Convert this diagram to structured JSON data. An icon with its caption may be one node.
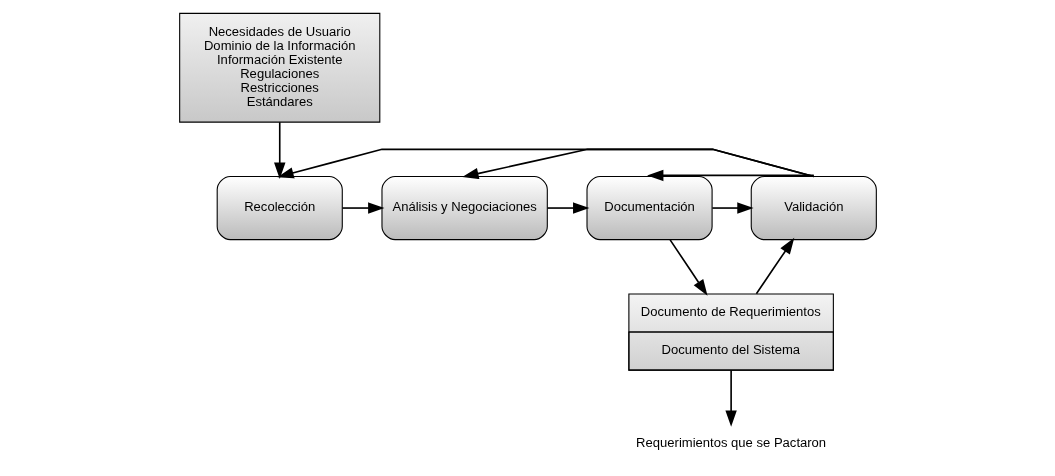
{
  "diagram": {
    "nodes": [
      {
        "text": [
          "Recolección"
        ]
      },
      {
        "text": [
          "Análisis y Negociaciones"
        ]
      },
      {
        "text": [
          "Documentación"
        ]
      },
      {
        "text": [
          "Validación"
        ]
      },
      {
        "text": [
          "Necesidades de Usuario",
          "Dominio de la Información",
          "Información Existente",
          "Regulaciones",
          "Restricciones",
          "Estándares"
        ]
      },
      {
        "text": [
          "Documento de Requerimientos",
          "Documento del Sistema"
        ]
      },
      {
        "text": [
          "Requerimientos que se Pactaron"
        ]
      }
    ],
    "edges": [
      {
        "from": 0,
        "to": 1,
        "arrow": "to"
      },
      {
        "from": 1,
        "to": 2,
        "arrow": "to"
      },
      {
        "from": 2,
        "to": 3,
        "arrow": "to"
      },
      {
        "from": 3,
        "to": 0,
        "arrow": "to"
      },
      {
        "from": 3,
        "to": 1,
        "arrow": "to"
      },
      {
        "from": 3,
        "to": 2,
        "arrow": "to"
      },
      {
        "from": 4,
        "to": 0,
        "arrow": "to"
      },
      {
        "from": 2,
        "to": 5,
        "arrow": "to"
      },
      {
        "from": 5,
        "to": 3,
        "arrow": "to"
      },
      {
        "from": 5,
        "to": 6,
        "arrow": "to"
      }
    ]
  }
}
